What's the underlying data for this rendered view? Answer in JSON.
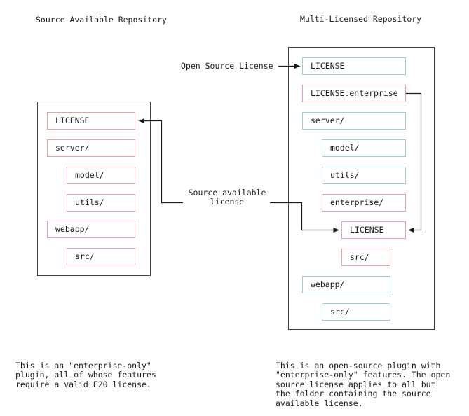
{
  "colors": {
    "red_border": "#eda0a0",
    "green_border": "#a5cfc2",
    "outer_border": "#3f3f3f",
    "text": "#1a1a1a",
    "arrow": "#1a1a1a",
    "background": "#ffffff"
  },
  "left_repo": {
    "title": "Source Available Repository",
    "items": [
      {
        "label": "LICENSE",
        "indent": 0,
        "license": "source-available"
      },
      {
        "label": "server/",
        "indent": 0,
        "license": "source-available"
      },
      {
        "label": "model/",
        "indent": 1,
        "license": "source-available"
      },
      {
        "label": "utils/",
        "indent": 1,
        "license": "source-available"
      },
      {
        "label": "webapp/",
        "indent": 0,
        "license": "source-available"
      },
      {
        "label": "src/",
        "indent": 1,
        "license": "source-available"
      }
    ],
    "caption": "This is an \"enterprise-only\"\nplugin, all of whose features\nrequire a valid E20 license."
  },
  "right_repo": {
    "title": "Multi-Licensed Repository",
    "items": [
      {
        "label": "LICENSE",
        "indent": 0,
        "license": "open-source"
      },
      {
        "label": "LICENSE.enterprise",
        "indent": 0,
        "license": "source-available"
      },
      {
        "label": "server/",
        "indent": 0,
        "license": "open-source"
      },
      {
        "label": "model/",
        "indent": 1,
        "license": "open-source"
      },
      {
        "label": "utils/",
        "indent": 1,
        "license": "open-source"
      },
      {
        "label": "enterprise/",
        "indent": 1,
        "license": "source-available"
      },
      {
        "label": "LICENSE",
        "indent": 2,
        "license": "source-available"
      },
      {
        "label": "src/",
        "indent": 2,
        "license": "source-available"
      },
      {
        "label": "webapp/",
        "indent": 0,
        "license": "open-source"
      },
      {
        "label": "src/",
        "indent": 1,
        "license": "open-source"
      }
    ],
    "caption": "This is an open-source plugin with\n\"enterprise-only\" features. The open\nsource license applies to all but\nthe folder containing the source\navailable license."
  },
  "annotations": {
    "open_source_license": "Open Source License",
    "source_available_license": "Source available\nlicense"
  }
}
